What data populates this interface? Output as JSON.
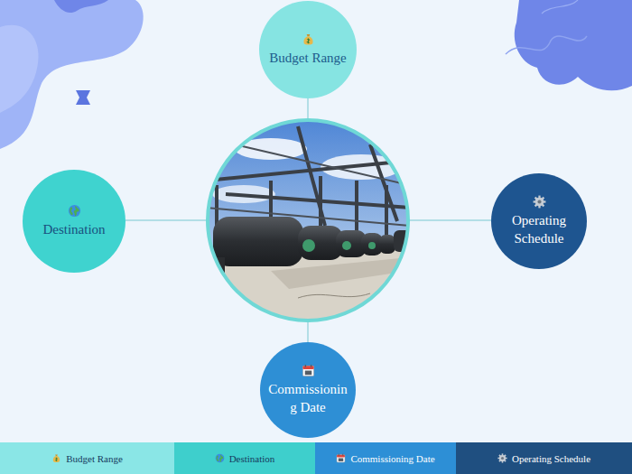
{
  "diagram": {
    "nodes": [
      {
        "text": [
          "Budget Range"
        ]
      },
      {
        "text": [
          "Destination"
        ]
      },
      {
        "text": [
          "Operating Schedule"
        ]
      },
      {
        "text": [
          "Commissioning Date"
        ]
      }
    ],
    "legend": [
      {
        "text": "Budget Range",
        "color": "#8ae6e6"
      },
      {
        "text": "Destination",
        "color": "#3ecfcc"
      },
      {
        "text": "Commissioning Date",
        "color": "#2d8fd6"
      },
      {
        "text": "Operating Schedule",
        "color": "#1f4f80"
      }
    ]
  }
}
